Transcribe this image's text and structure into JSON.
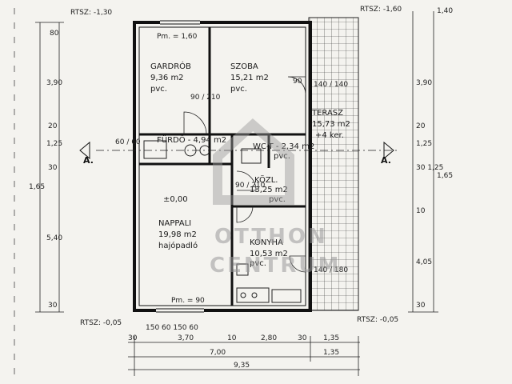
{
  "plan": {
    "levels": {
      "top_left": "RTSZ: -1,30",
      "top_right": "RTSZ: -1,60",
      "bottom_left": "RTSZ: -0,05",
      "bottom_right": "RTSZ: -0,05"
    },
    "section_marker": "A.",
    "rooms": {
      "gardrob": {
        "name": "GARDRÓB",
        "area": "9,36 m2",
        "floor": "pvc."
      },
      "szoba": {
        "name": "SZOBA",
        "area": "15,21 m2",
        "floor": "pvc."
      },
      "furdo": {
        "name": "FÜRDŐ - 4,94 m2"
      },
      "wc": {
        "name": "WC-T - 2,34 m2",
        "floor": "pvc."
      },
      "kozl": {
        "name": "KÖZL.",
        "area": "13,25 m2",
        "floor": "pvc."
      },
      "nappali": {
        "name": "NAPPALI",
        "area": "19,98 m2",
        "floor": "hajópadló",
        "level": "±0,00"
      },
      "konyha": {
        "name": "KONYHA",
        "area": "10,53 m2",
        "floor": "pvc."
      },
      "terasz": {
        "name": "TERASZ",
        "area": "15,73 m2",
        "floor": "+4 ker."
      }
    },
    "parapets": {
      "top": "Pm. = 1,60",
      "bottom": "Pm. = 90"
    },
    "left_dims": [
      "80",
      "3,90",
      "20",
      "1,25",
      "30",
      "1,65",
      "5,40",
      "30"
    ],
    "right_dims": [
      "1,40",
      "3,90",
      "20",
      "1,25",
      "30 1,25",
      "10",
      "1,65",
      "4,05",
      "30"
    ],
    "bottom_dims": {
      "row1": [
        "30",
        "3,70",
        "10",
        "2,80",
        "30",
        "1,35"
      ],
      "row2_left": "7,00",
      "row2_right": "1,35",
      "total": "9,35"
    },
    "door_dims": {
      "gardrob": "90 / 210",
      "furdo": "60 / 60",
      "kozl": "90 / 210",
      "szoba": "90",
      "konyha_win": "140 / 180",
      "terasz_door": "140 / 140",
      "bottom_windows": "150 60 150 60"
    },
    "watermark": {
      "line1": "OTTHON",
      "line2": "CENTRUM"
    }
  }
}
